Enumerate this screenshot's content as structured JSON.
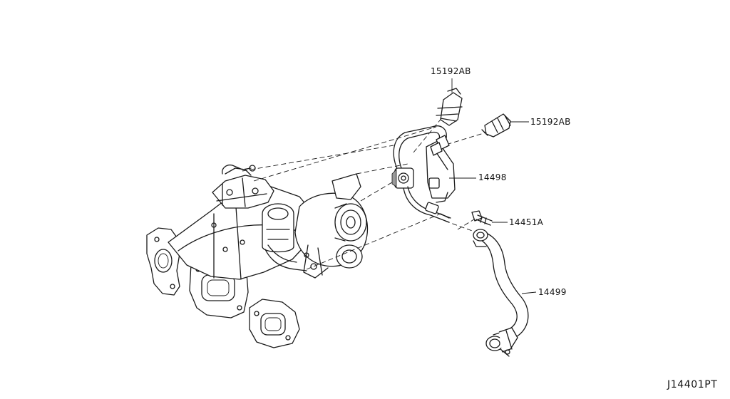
{
  "diagram": {
    "code": "J14401PT",
    "parts": [
      {
        "id": "p1",
        "number": "15192AB"
      },
      {
        "id": "p2",
        "number": "15192AB"
      },
      {
        "id": "p3",
        "number": "14498"
      },
      {
        "id": "p4",
        "number": "14451A"
      },
      {
        "id": "p5",
        "number": "14499"
      }
    ]
  },
  "colors": {
    "line": "#1a1a1a",
    "background": "#ffffff",
    "shade": "#9a9a9a"
  }
}
